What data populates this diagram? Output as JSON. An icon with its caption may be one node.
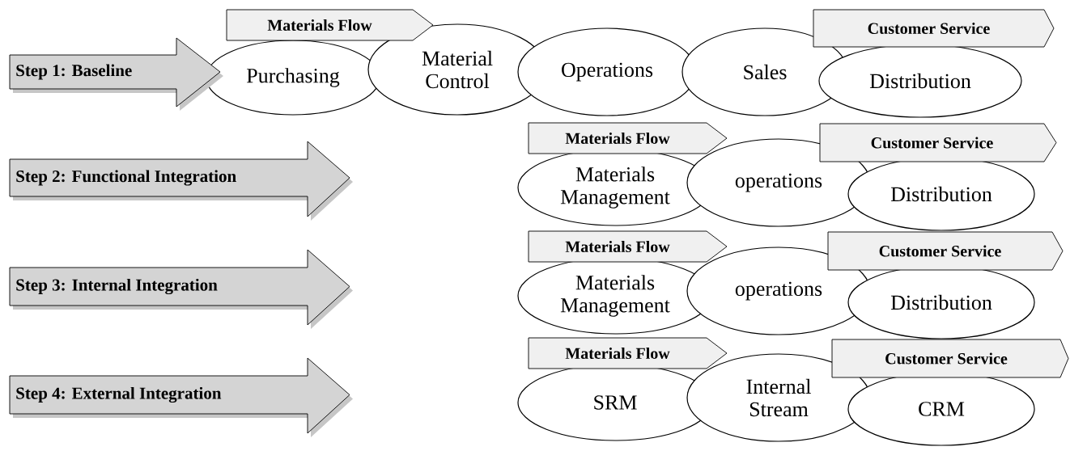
{
  "diagram": {
    "nodes": [
      {
        "text": [
          "Materials Flow"
        ]
      },
      {
        "text": [
          "Customer Service"
        ]
      },
      {
        "text": [
          "Step 1: Baseline"
        ]
      },
      {
        "text": [
          "Purchasing"
        ]
      },
      {
        "text": [
          "Material Control"
        ]
      },
      {
        "text": [
          "Operations"
        ]
      },
      {
        "text": [
          "Sales"
        ]
      },
      {
        "text": [
          "Distribution"
        ]
      },
      {
        "text": [
          "Materials Flow"
        ]
      },
      {
        "text": [
          "Customer Service"
        ]
      },
      {
        "text": [
          "Step 2: Functional Integration"
        ]
      },
      {
        "text": [
          "Materials Management"
        ]
      },
      {
        "text": [
          "operations"
        ]
      },
      {
        "text": [
          "Distribution"
        ]
      },
      {
        "text": [
          "Materials Flow"
        ]
      },
      {
        "text": [
          "Customer Service"
        ]
      },
      {
        "text": [
          "Step 3: Internal Integration"
        ]
      },
      {
        "text": [
          "Materials Management"
        ]
      },
      {
        "text": [
          "operations"
        ]
      },
      {
        "text": [
          "Distribution"
        ]
      },
      {
        "text": [
          "Materials Flow"
        ]
      },
      {
        "text": [
          "Customer Service"
        ]
      },
      {
        "text": [
          "Step 4: External Integration"
        ]
      },
      {
        "text": [
          "SRM"
        ]
      },
      {
        "text": [
          "Internal Stream"
        ]
      },
      {
        "text": [
          "CRM"
        ]
      }
    ]
  }
}
